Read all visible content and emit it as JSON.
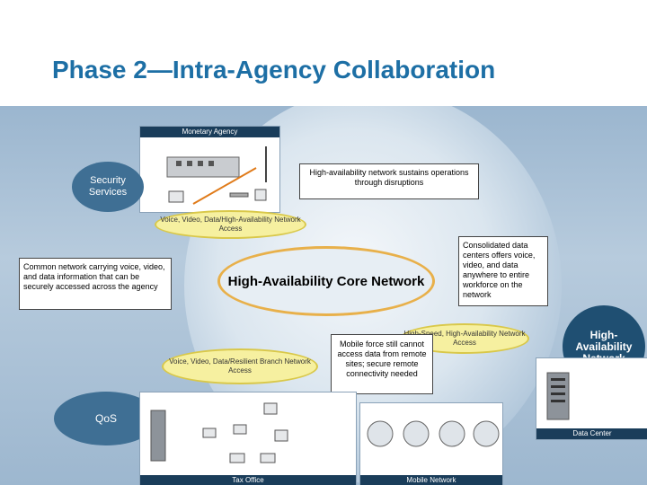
{
  "title": "Phase 2—Intra-Agency Collaboration",
  "monetary_agency": "Monetary Agency",
  "security_services": "Security Services",
  "callout_top": "High-availability network sustains operations through disruptions",
  "oval_top": "Voice, Video, Data/High-Availability Network Access",
  "core": "High-Availability Core Network",
  "callout_left": "Common network carrying voice, video, and data information that can be securely accessed across the agency",
  "callout_right": "Consolidated data centers offers voice, video, and data anywhere to entire workforce on the network",
  "oval_right": "High-Speed, High-Availability Network Access",
  "oval_left": "Voice, Video, Data/Resilient Branch Network Access",
  "callout_mobile": "Mobile force still cannot access data from remote sites; secure remote connectivity needed",
  "ha_circle": "High-Availability Network",
  "qos": "QoS",
  "data_center": "Data Center",
  "tax_office": "Tax Office",
  "mobile_network": "Mobile Network",
  "colors": {
    "title": "#1d6fa5",
    "dark_blue": "#1f4f72",
    "oval": "#f6f0a0"
  }
}
